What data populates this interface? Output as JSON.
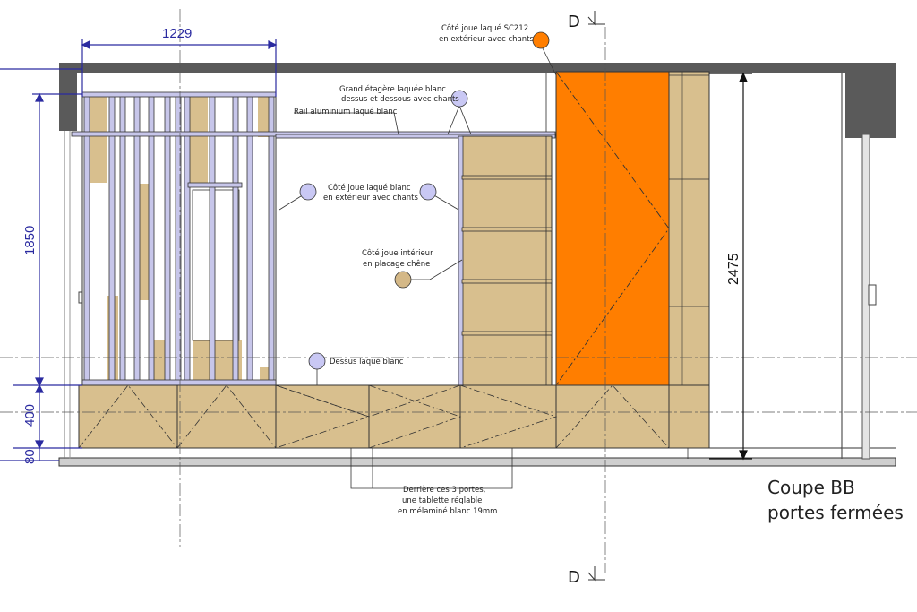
{
  "title": {
    "line1": "Coupe BB",
    "line2": "portes fermées"
  },
  "section_markers": {
    "top": "D",
    "bottom": "D"
  },
  "dimensions": {
    "top_width": "1229",
    "left_height_upper": "1850",
    "left_height_lower": "400",
    "left_height_base": "80",
    "right_height": "2475"
  },
  "annotations": {
    "cote_joue_sc212_line1": "Côté joue laqué SC212",
    "cote_joue_sc212_line2": "en extérieur avec chants",
    "grand_etagere_line1": "Grand étagère laquée blanc",
    "grand_etagere_line2": "dessus et dessous avec chants",
    "rail_aluminium": "Rail aluminium laqué blanc",
    "cote_joue_blanc_line1": "Côté joue laqué blanc",
    "cote_joue_blanc_line2": "en extérieur avec chants",
    "cote_joue_interieur_line1": "Côté joue intérieur",
    "cote_joue_interieur_line2": "en placage chêne",
    "dessus_laque_blanc": "Dessus laqué blanc",
    "derriere_line1": "Derrière ces 3 portes,",
    "derriere_line2": "une tablette réglable",
    "derriere_line3": "en mélaminé blanc 19mm"
  },
  "colors": {
    "oak": "#d8bf8e",
    "orange": "#ff7e00",
    "marker_lavender": "#c9c8f4",
    "marker_oak": "#d4b887",
    "dimension_blue": "#2a2aa0",
    "wall_grey": "#5a5a5a",
    "frame_lavender": "#c7c6ea"
  }
}
